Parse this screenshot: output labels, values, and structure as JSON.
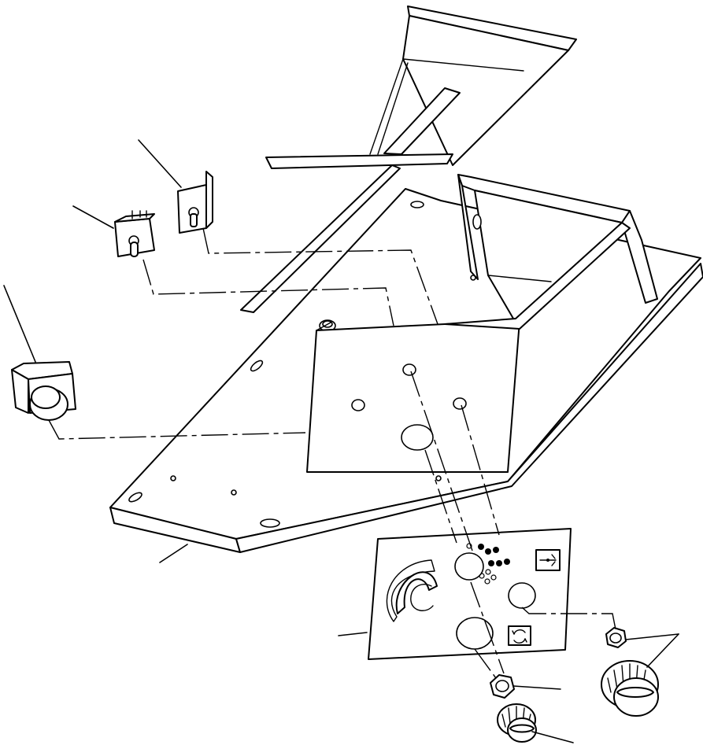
{
  "figure": {
    "type": "exploded-parts-diagram",
    "background": "#ffffff",
    "line_color": "#000000",
    "parts": [
      "top-cover-frame",
      "long-strip",
      "console-base-plate",
      "rear-box",
      "front-panel",
      "toggle-switch-upper",
      "toggle-switch-lower",
      "push-button-switch",
      "control-decal-plate",
      "hex-nut-right",
      "hex-nut-lower",
      "knob-large",
      "knob-small"
    ],
    "icons": [
      "bracket-icon",
      "switch-icon",
      "button-icon",
      "knob-icon",
      "nut-icon",
      "decal-symbol-icon"
    ]
  }
}
